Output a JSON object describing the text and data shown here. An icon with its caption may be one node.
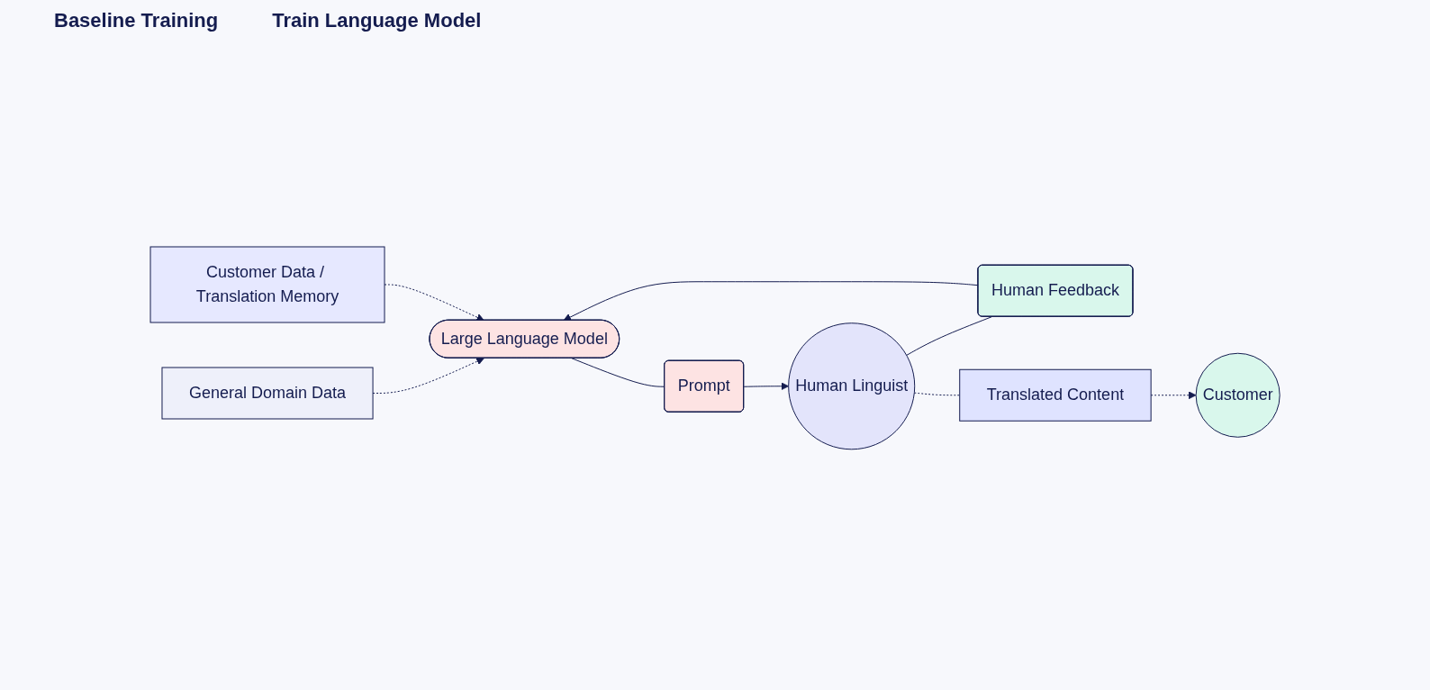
{
  "diagram": {
    "nodes": [
      {
        "text": [
          "General Domain Data"
        ]
      },
      {
        "text": [
          "Customer Data / Translation Memory"
        ]
      },
      {
        "text": [
          "Large Language Model"
        ]
      },
      {
        "text": [
          "Human Feedback"
        ]
      },
      {
        "text": [
          "Prompt"
        ]
      },
      {
        "text": [
          "Human Linguist"
        ]
      },
      {
        "text": [
          "Translated Content"
        ]
      },
      {
        "text": [
          "Customer"
        ]
      }
    ],
    "edges": [
      {
        "from": 0,
        "to": 2,
        "arrow": "to",
        "style": "dashed"
      },
      {
        "from": 1,
        "to": 2,
        "arrow": "to",
        "style": "dashed"
      },
      {
        "from": 3,
        "to": 2,
        "arrow": "to"
      },
      {
        "from": 2,
        "to": 4,
        "arrow": "none"
      },
      {
        "from": 4,
        "to": 5,
        "arrow": "to"
      },
      {
        "from": 5,
        "to": 3,
        "arrow": "none"
      },
      {
        "from": 5,
        "to": 6,
        "arrow": "none",
        "style": "dashed"
      },
      {
        "from": 6,
        "to": 7,
        "arrow": "to",
        "style": "dashed"
      }
    ],
    "labels": [
      "Baseline Training",
      "Train Language Model"
    ]
  }
}
